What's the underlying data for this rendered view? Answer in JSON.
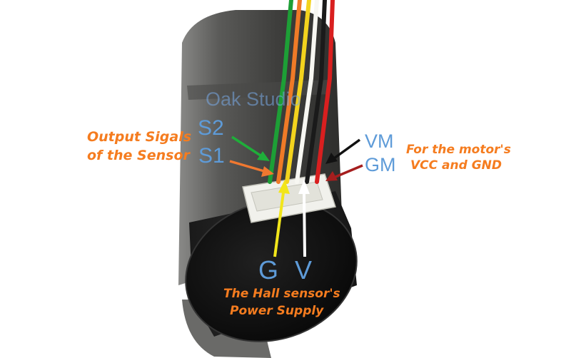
{
  "watermark": "Oak Studio",
  "labels": {
    "s2": "S2",
    "s1": "S1",
    "output_line1": "Output Sigals",
    "output_line2": "of the Sensor",
    "vm": "VM",
    "gm": "GM",
    "motor_line1": "For the motor's",
    "motor_line2": "VCC and GND",
    "g": "G",
    "v": "V",
    "hall_line1": "The Hall sensor's",
    "hall_line2": "Power Supply"
  },
  "colors": {
    "label_orange": "#f57c1f",
    "label_blue": "#5e9bd8",
    "arrow_green": "#1fae3a",
    "arrow_orange": "#f07830",
    "arrow_black": "#111111",
    "arrow_red": "#a51e1e",
    "arrow_yellow": "#f2e61a",
    "arrow_white": "#ffffff"
  },
  "wires": [
    "green",
    "orange",
    "yellow",
    "white",
    "black",
    "red"
  ]
}
